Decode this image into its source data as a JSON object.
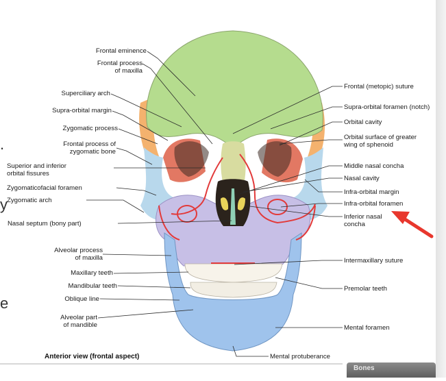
{
  "caption": "Anterior view (frontal aspect)",
  "side_text": [
    ".",
    "y",
    "e"
  ],
  "tab_label": "Bones",
  "labels_left": [
    "Frontal eminence",
    "Frontal process",
    "of maxilla",
    "Superciliary arch",
    "Supra-orbital margin",
    "Zygomatic process",
    "Frontal process of",
    "zygomatic bone",
    "Superior and inferior",
    "orbital fissures",
    "Zygomaticofacial foramen",
    "Zygomatic arch",
    "Nasal septum (bony part)",
    "Alveolar process",
    "of maxilla",
    "Maxillary teeth",
    "Mandibular teeth",
    "Oblique line",
    "Alveolar part",
    "of mandible"
  ],
  "labels_right": [
    "Frontal (metopic) suture",
    "Supra-orbital foramen (notch)",
    "Orbital cavity",
    "Orbital surface of greater",
    "wing of sphenoid",
    "Middle nasal concha",
    "Nasal cavity",
    "Infra-orbital margin",
    "Infra-orbital foramen",
    "Inferior nasal",
    "concha",
    "Intermaxillary suture",
    "Premolar teeth",
    "Mental foramen",
    "Mental protuberance"
  ],
  "colors": {
    "frontal": "#b5dc8e",
    "parietal_lateral": "#f4b26e",
    "sphenoid": "#e27863",
    "zygomatic": "#b8d8ec",
    "maxilla": "#c7bfe6",
    "mandible": "#9fc3ec",
    "nasal": "#d8dca0",
    "annotation": "#e23a3a",
    "arrow": "#e8372d"
  }
}
